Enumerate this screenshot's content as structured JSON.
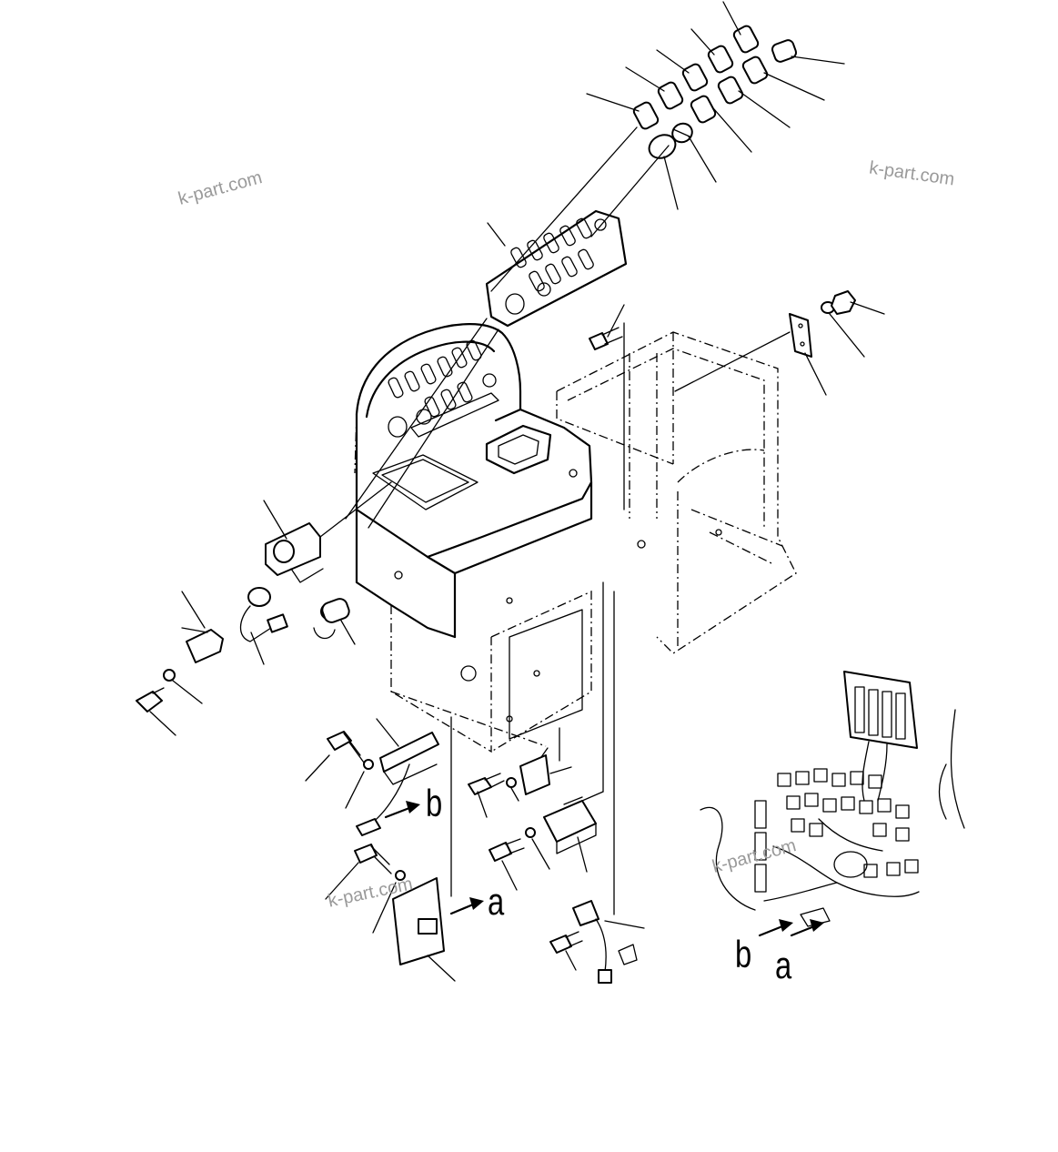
{
  "watermarks": [
    "k-part.com",
    "k-part.com",
    "k-part.com",
    "k-part.com"
  ],
  "callouts": {
    "b_main": "b",
    "a_main": "a",
    "b_harness": "b",
    "a_harness": "a"
  },
  "icons": {
    "console": "operator-console-icon",
    "switches": "rocker-switch-icon",
    "panel": "switch-panel-icon",
    "harness": "wiring-harness-icon"
  }
}
